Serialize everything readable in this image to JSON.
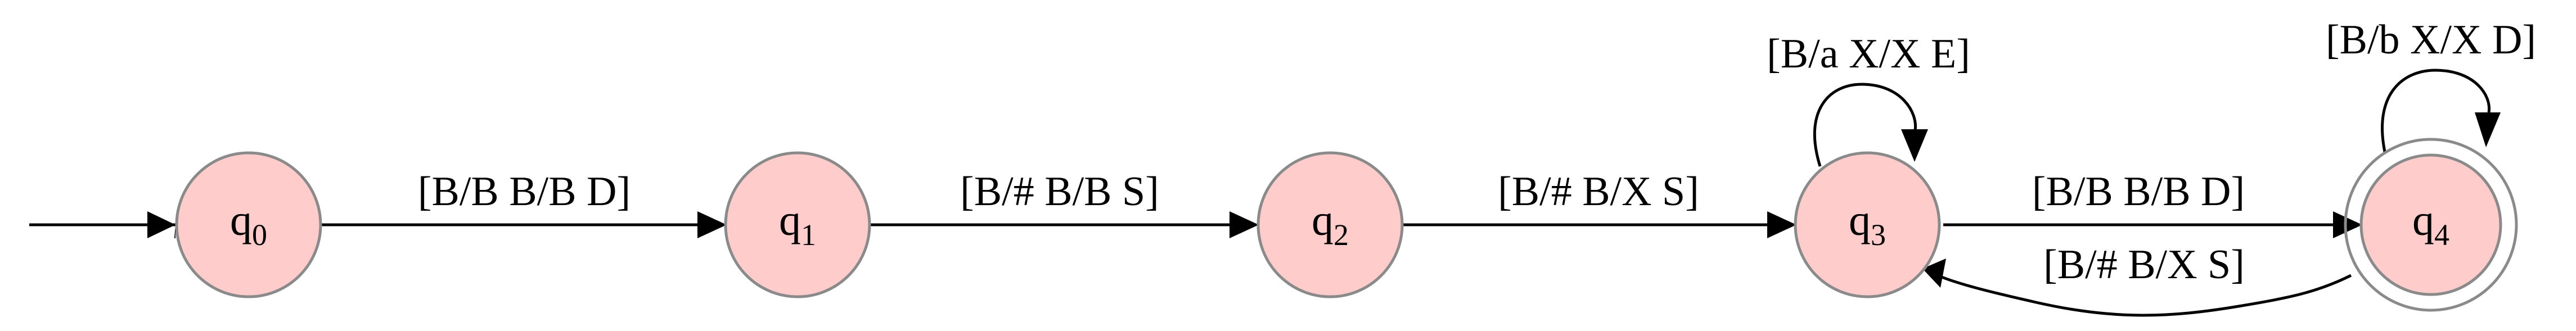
{
  "diagram": {
    "states": [
      {
        "id": "q0",
        "base": "q",
        "sub": "0",
        "fill": "#ffcccc",
        "accepting": false,
        "initial": true
      },
      {
        "id": "q1",
        "base": "q",
        "sub": "1",
        "fill": "#ffcccc",
        "accepting": false,
        "initial": false
      },
      {
        "id": "q2",
        "base": "q",
        "sub": "2",
        "fill": "#ffcccc",
        "accepting": false,
        "initial": false
      },
      {
        "id": "q3",
        "base": "q",
        "sub": "3",
        "fill": "#ffcccc",
        "accepting": false,
        "initial": false
      },
      {
        "id": "q4",
        "base": "q",
        "sub": "4",
        "fill": "#ffcccc",
        "accepting": true,
        "initial": false
      }
    ],
    "transitions": [
      {
        "from": "q0",
        "to": "q1",
        "label": "[B/B B/B D]"
      },
      {
        "from": "q1",
        "to": "q2",
        "label": "[B/# B/B S]"
      },
      {
        "from": "q2",
        "to": "q3",
        "label": "[B/# B/X S]"
      },
      {
        "from": "q3",
        "to": "q3",
        "label": "[B/a X/X E]"
      },
      {
        "from": "q3",
        "to": "q4",
        "label": "[B/B B/B D]"
      },
      {
        "from": "q4",
        "to": "q3",
        "label": "[B/# B/X S]"
      },
      {
        "from": "q4",
        "to": "q4",
        "label": "[B/b X/X D]"
      }
    ]
  }
}
